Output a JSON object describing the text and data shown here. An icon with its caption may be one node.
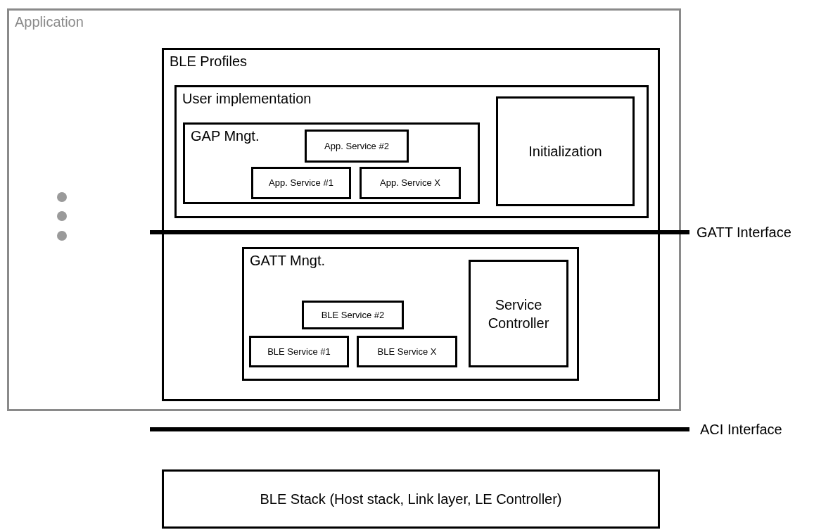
{
  "diagram": {
    "nodes": [
      {
        "text": [
          "Application"
        ]
      },
      {
        "text": [
          "BLE Profiles"
        ],
        "in": 0
      },
      {
        "text": [
          "User implementation"
        ],
        "in": 1
      },
      {
        "text": [
          "GAP Mngt."
        ],
        "in": 2
      },
      {
        "text": [
          "App. Service #2"
        ],
        "in": 3
      },
      {
        "text": [
          "App. Service #1"
        ],
        "in": 3
      },
      {
        "text": [
          "App. Service X"
        ],
        "in": 3
      },
      {
        "text": [
          "Initialization"
        ],
        "in": 2
      },
      {
        "text": [
          "GATT Mngt."
        ],
        "in": 1
      },
      {
        "text": [
          "BLE Service #2"
        ],
        "in": 8
      },
      {
        "text": [
          "BLE Service #1"
        ],
        "in": 8
      },
      {
        "text": [
          "BLE Service X"
        ],
        "in": 8
      },
      {
        "text": [
          "Service Controller"
        ],
        "in": 8
      },
      {
        "text": [
          "BLE Stack (Host stack, Link layer, LE Controller)"
        ]
      }
    ],
    "edges": [],
    "labels": [
      "GATT Interface",
      "ACI Interface"
    ]
  }
}
